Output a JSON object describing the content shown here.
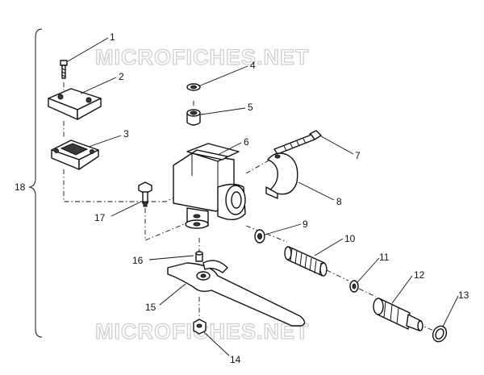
{
  "watermark": {
    "top": "MICROFICHES.NET",
    "bottom": "MICROFICHES.NET"
  },
  "callouts": [
    {
      "label": "1"
    },
    {
      "label": "2"
    },
    {
      "label": "3"
    },
    {
      "label": "4"
    },
    {
      "label": "5"
    },
    {
      "label": "6"
    },
    {
      "label": "7"
    },
    {
      "label": "8"
    },
    {
      "label": "9"
    },
    {
      "label": "10"
    },
    {
      "label": "11"
    },
    {
      "label": "12"
    },
    {
      "label": "13"
    },
    {
      "label": "14"
    },
    {
      "label": "15"
    },
    {
      "label": "16"
    },
    {
      "label": "17"
    },
    {
      "label": "18"
    }
  ],
  "colors": {
    "ink": "#111111",
    "paper": "#ffffff",
    "watermark_outline": "#cfcfcf"
  }
}
